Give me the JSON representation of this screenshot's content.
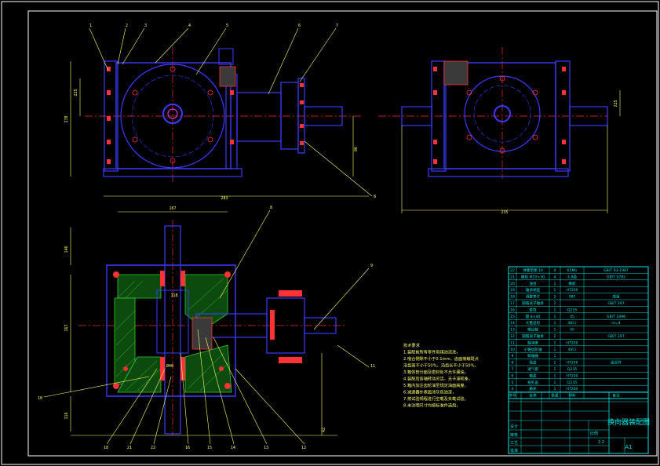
{
  "colors": {
    "background": "#000000",
    "frame": "#ffffff",
    "outline": "#3b3bff",
    "dimension": "#ffff66",
    "centerline": "#ff2a2a",
    "hatch": "#33cc33",
    "part_red": "#ff3333",
    "table": "#00e5e5",
    "notes": "#ffff66",
    "magenta": "#ff44ff"
  },
  "balloons_top": [
    "1",
    "2",
    "3",
    "4",
    "5",
    "6",
    "7"
  ],
  "balloons_section": [
    "10",
    "8"
  ],
  "balloons_bottom": [
    "18",
    "21",
    "22",
    "16",
    "15",
    "14",
    "13",
    "12",
    "11"
  ],
  "balloon_right": "9",
  "balloon_mid_right": "8",
  "dims": {
    "front_height": "278",
    "front_sub": "225",
    "front_width": "283",
    "side_width": "235",
    "side_height": "225",
    "right_small": "86",
    "section_width": "167",
    "section_left_top": "146",
    "section_left_mid": "167",
    "section_left_bot": "116",
    "section_bottom": "42",
    "section_inner": "118",
    "section_shaft": "Ø40"
  },
  "notes_lines": [
    "技术要求",
    "1.装配前所有零件用煤油清洗，",
    "2.啮合侧隙不小于0.1mm，齿面接触斑点",
    "  沿齿高不小于50%，沿齿长不小于50%，",
    "3.箱体剖分面及密封处不允许漏油，",
    "4.装配后各轴转动灵活，无卡滞现象，",
    "5.箱内加注齿轮油至规定油面高度，",
    "6.减速器外表面涂灰色油漆，",
    "7.按试验规程进行空载及负载试验，",
    "8.未注明尺寸均按标准件选用，"
  ],
  "parts_table": {
    "rows": [
      [
        "22",
        "弹簧垫圈 10",
        "4",
        "65Mn",
        "GB/T 93-1987"
      ],
      [
        "21",
        "螺栓 M10×30",
        "4",
        "4.8级",
        "GB/T 5782"
      ],
      [
        "20",
        "油封",
        "1",
        "橡胶",
        ""
      ],
      [
        "19",
        "轴承端盖",
        "1",
        "HT200",
        ""
      ],
      [
        "18",
        "调整垫片",
        "2",
        "08F",
        "成组"
      ],
      [
        "17",
        "圆锥滚子轴承",
        "2",
        "",
        "GB/T 297"
      ],
      [
        "16",
        "套筒",
        "1",
        "Q235",
        ""
      ],
      [
        "15",
        "键 8×40",
        "1",
        "45",
        "GB/T 1096"
      ],
      [
        "14",
        "大锥齿轮",
        "1",
        "40Cr",
        "m=4"
      ],
      [
        "13",
        "输出轴",
        "1",
        "45",
        ""
      ],
      [
        "12",
        "圆锥滚子轴承",
        "2",
        "",
        "GB/T 297"
      ],
      [
        "11",
        "轴承座",
        "1",
        "HT200",
        ""
      ],
      [
        "10",
        "小锥齿轮轴",
        "1",
        "40Cr",
        ""
      ],
      [
        "9",
        "联轴器",
        "1",
        "",
        ""
      ],
      [
        "8",
        "端盖",
        "1",
        "HT200",
        "组合件"
      ],
      [
        "7",
        "透气塞",
        "1",
        "Q235",
        ""
      ],
      [
        "6",
        "箱盖",
        "1",
        "HT200",
        ""
      ],
      [
        "5",
        "视孔盖",
        "1",
        "Q235",
        ""
      ],
      [
        "4",
        "箱体",
        "1",
        "HT200",
        ""
      ]
    ],
    "header": [
      "序号",
      "名称",
      "数量",
      "材料",
      "备注"
    ],
    "title": "换向器装配图",
    "scale_label": "比例",
    "scale": "1:2",
    "sheet": "A1",
    "label_design": "设计",
    "label_check": "审核",
    "label_process": "工艺",
    "label_approve": "批准"
  }
}
